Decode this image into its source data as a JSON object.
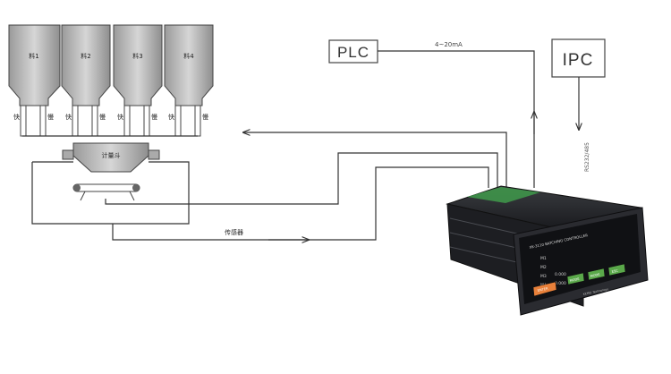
{
  "silos": [
    {
      "label": "料1",
      "fast": "快",
      "slow": "慢"
    },
    {
      "label": "料2",
      "fast": "快",
      "slow": "慢"
    },
    {
      "label": "料3",
      "fast": "快",
      "slow": "慢"
    },
    {
      "label": "料4",
      "fast": "快",
      "slow": "慢"
    }
  ],
  "hopper": {
    "label": "计量斗"
  },
  "sensor": {
    "label": "传感器"
  },
  "plc": {
    "label": "PLC",
    "signal": "4~20mA"
  },
  "ipc": {
    "label": "IPC",
    "signal": "RS232/485"
  },
  "controller": {
    "title": "XK-3110 BATCHING CONTROLLER",
    "rows": [
      "M1",
      "M2",
      "M3",
      "M4"
    ],
    "row_values": [
      "",
      "",
      "0.000",
      "0.000"
    ],
    "buttons": [
      "ENTER",
      "MODE",
      "MODE",
      "ESC"
    ],
    "brand": "KEMEI Technology",
    "colors": {
      "button_orange": "#e8803a",
      "button_green": "#5aa84a",
      "body": "#1e1f22"
    }
  }
}
